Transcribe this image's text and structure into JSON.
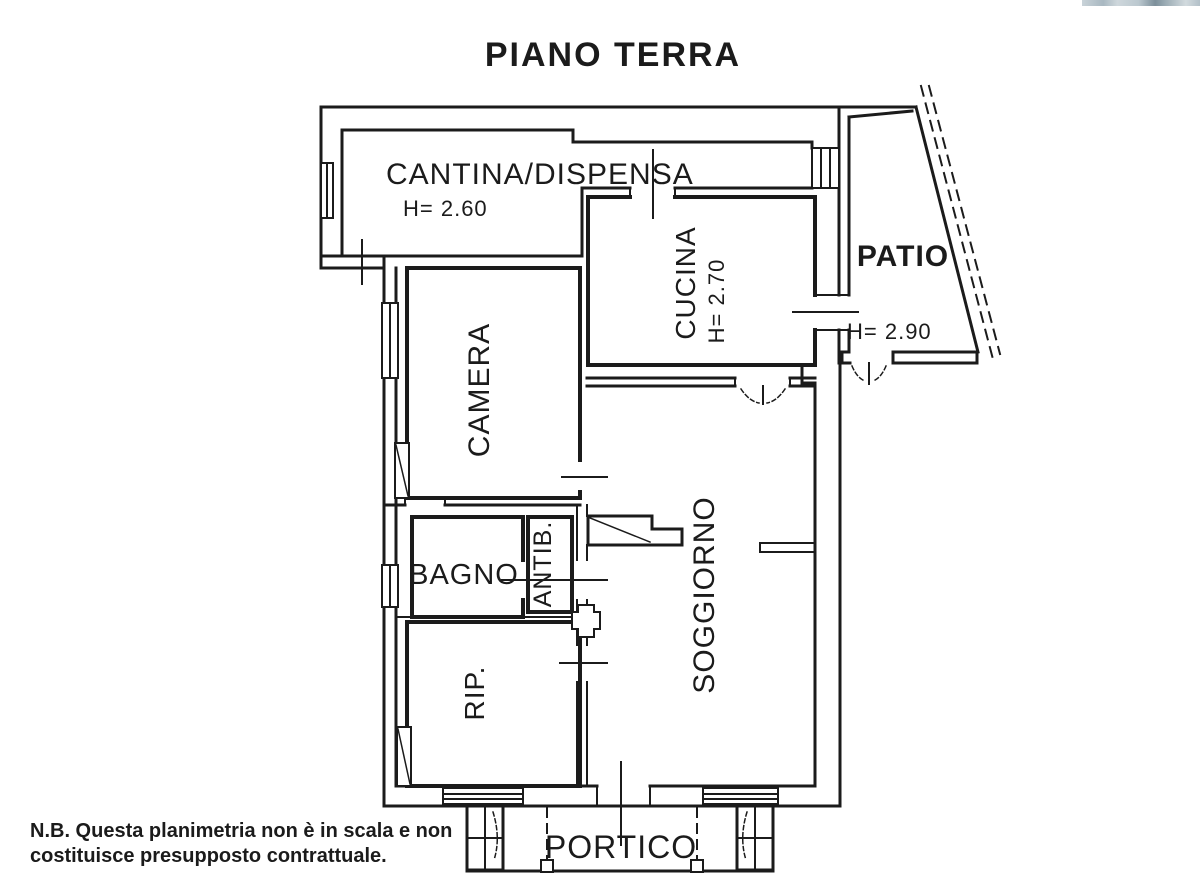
{
  "title": "PIANO TERRA",
  "note": {
    "line1": "N.B. Questa planimetria non è in scala e non",
    "line2": "costituisce presupposto contrattuale."
  },
  "rooms": {
    "cantina": {
      "label": "CANTINA/DISPENSA",
      "height": "H= 2.60"
    },
    "cucina": {
      "label": "CUCINA",
      "height": "H= 2.70"
    },
    "patio": {
      "label": "PATIO",
      "height": "H= 2.90"
    },
    "camera": {
      "label": "CAMERA"
    },
    "bagno": {
      "label": "BAGNO"
    },
    "antibagno": {
      "label": "ANTIB."
    },
    "soggiorno": {
      "label": "SOGGIORNO"
    },
    "ripostiglio": {
      "label": "RIP."
    },
    "portico": {
      "label": "PORTICO"
    }
  },
  "colors": {
    "wall": "#1b1b1b",
    "background": "#ffffff",
    "text": "#1b1b1b"
  }
}
